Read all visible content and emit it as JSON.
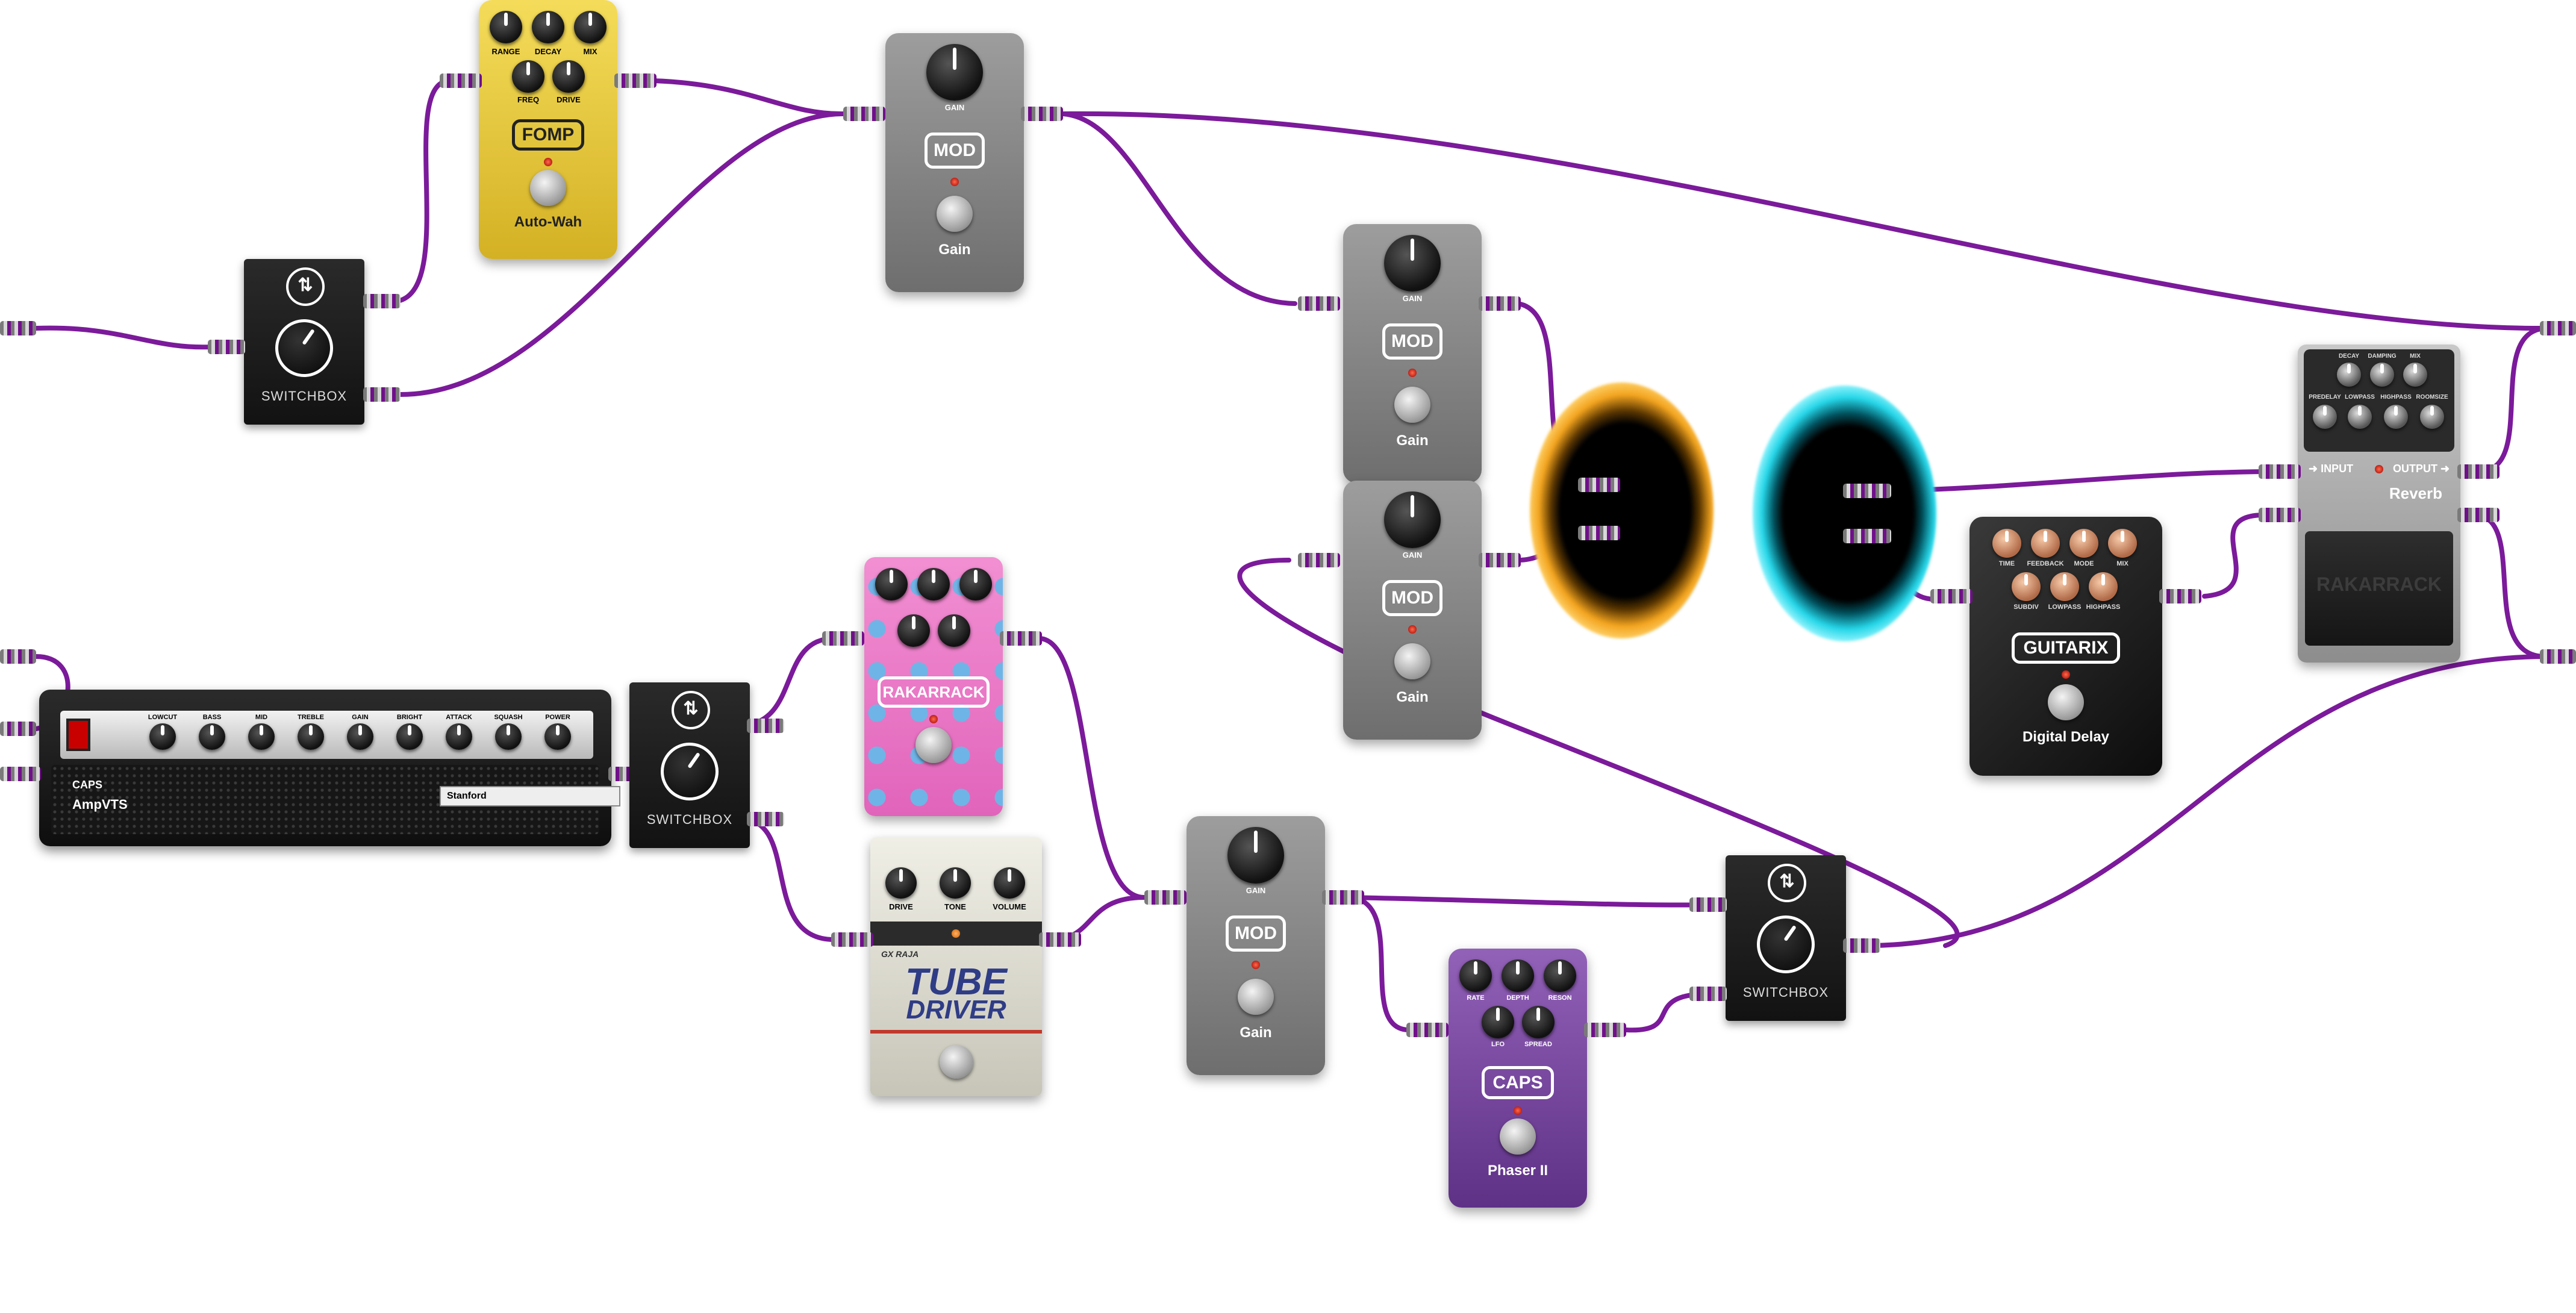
{
  "colors": {
    "wire": "#7b1a9a",
    "gain_body": "#8a8a8a",
    "fomp_body": "#e7c93a",
    "rakarrack_body": "#ee78c6",
    "caps_phaser_body": "#7d4aa3",
    "portal_orange": "#f3a41f",
    "portal_cyan": "#25d6e8"
  },
  "switchbox": {
    "label": "SWITCHBOX",
    "icon": "switch-icon"
  },
  "fomp": {
    "knobs": [
      "RANGE",
      "DECAY",
      "MIX",
      "FREQ",
      "DRIVE"
    ],
    "brand": "FOMP",
    "name": "Auto-Wah"
  },
  "gain": {
    "knob": "GAIN",
    "brand": "MOD",
    "name": "Gain"
  },
  "rakarrack_pedal": {
    "brand": "RAKARRACK"
  },
  "tube": {
    "knobs": [
      "DRIVE",
      "TONE",
      "VOLUME"
    ],
    "maker": "GX RAJA",
    "line1": "TUBE",
    "line2": "DRIVER"
  },
  "amp": {
    "knobs": [
      "LOWCUT",
      "BASS",
      "MID",
      "TREBLE",
      "GAIN",
      "BRIGHT",
      "ATTACK",
      "SQUASH",
      "POWER"
    ],
    "maker": "CAPS",
    "name": "AmpVTS",
    "model": "Stanford"
  },
  "phaser": {
    "knobs": [
      "RATE",
      "DEPTH",
      "RESON",
      "LFO",
      "SPREAD"
    ],
    "brand": "CAPS",
    "name": "Phaser II"
  },
  "delay": {
    "knobs": [
      "TIME",
      "FEEDBACK",
      "MODE",
      "MIX",
      "SUBDIV",
      "LOWPASS",
      "HIGHPASS"
    ],
    "brand": "GUITARIX",
    "name": "Digital Delay"
  },
  "reverb": {
    "knobs": [
      "DECAY",
      "DAMPING",
      "MIX",
      "PREDELAY",
      "LOWPASS",
      "HIGHPASS",
      "ROOMSIZE"
    ],
    "input": "INPUT",
    "output": "OUTPUT",
    "name": "Reverb",
    "brand": "RAKARRACK"
  }
}
